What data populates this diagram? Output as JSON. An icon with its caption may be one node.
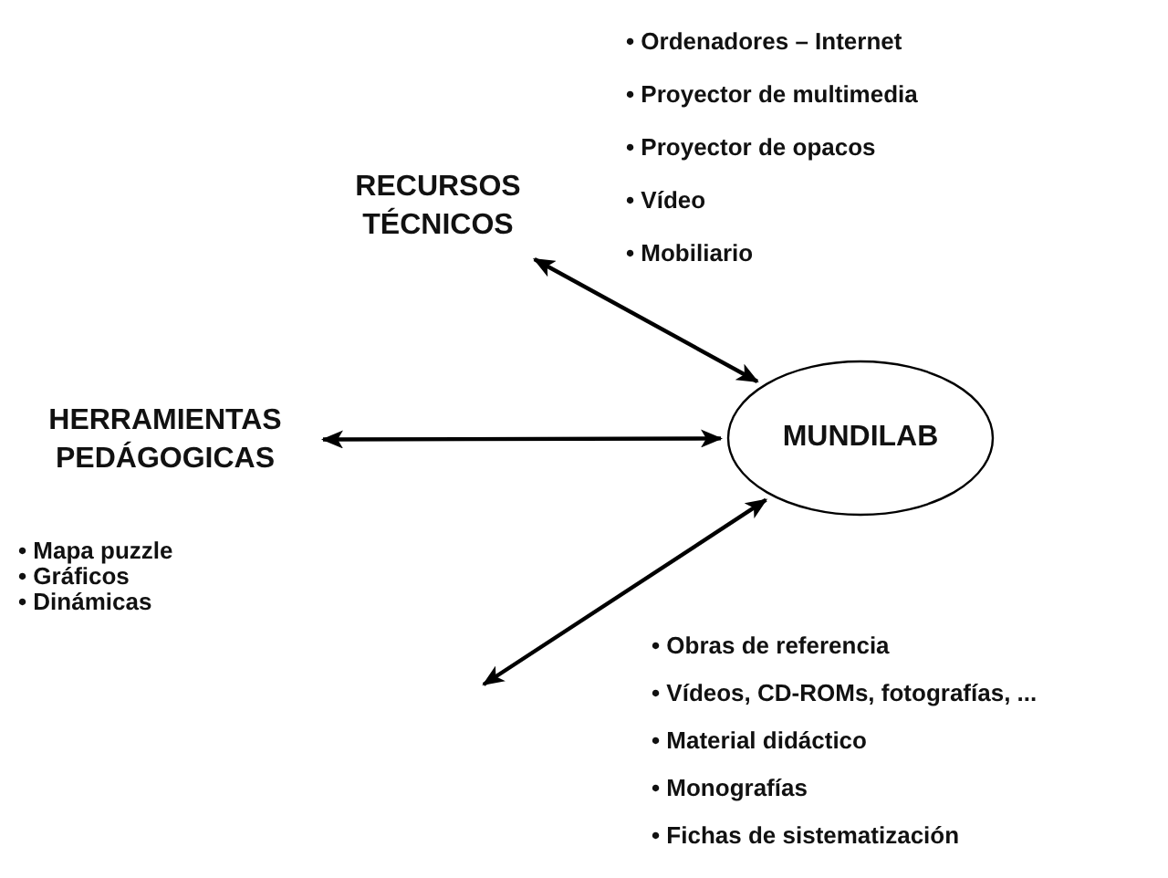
{
  "diagram": {
    "nodes": [
      {
        "text": [
          "RECURSOS TÉCNICOS"
        ],
        "beside": [
          "• Ordenadores – Internet",
          "• Proyector de multimedia",
          "• Proyector de opacos",
          "• Vídeo",
          "• Mobiliario"
        ]
      },
      {
        "text": [
          "HERRAMIENTAS PEDÁGOGICAS"
        ],
        "beside": [
          "• Mapa puzzle",
          "• Gráficos",
          "• Dinámicas"
        ]
      },
      {
        "text": [
          "MUNDILAB"
        ]
      }
    ],
    "edges": [
      {
        "from": 2,
        "to": 0,
        "arrow": "both"
      },
      {
        "from": 1,
        "to": 2,
        "arrow": "both"
      },
      {
        "from": 2,
        "to": null,
        "arrow": "both"
      }
    ],
    "labels": [
      "• Obras de referencia",
      "• Vídeos, CD-ROMs, fotografías, ...",
      "• Material didáctico",
      "• Monografías",
      "• Fichas de sistematización"
    ]
  }
}
